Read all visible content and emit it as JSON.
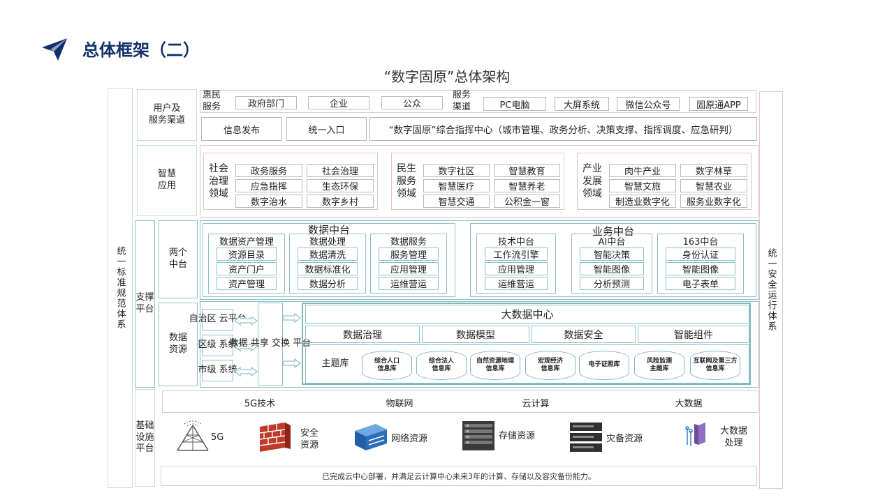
{
  "slide": {
    "title": "总体框架（二）"
  },
  "diagram": {
    "title": "“数字固原”总体架构"
  },
  "left_side": {
    "label": "统一标准规范体系"
  },
  "right_side": {
    "label": "统一安全运行体系"
  },
  "user_layer": {
    "label": "用户及\n服务渠道",
    "customer_label": "惠民\n服务",
    "customers": [
      "政府部门",
      "企业",
      "公众"
    ],
    "channel_label": "服务\n渠道",
    "channels": [
      "PC电脑",
      "大屏系统",
      "微信公众号",
      "固原通APP"
    ],
    "row2": [
      "信息发布",
      "统一入口",
      "“数字固原”综合指挥中心（城市管理、政务分析、决策支撑、指挥调度、应急研判）"
    ]
  },
  "smart_app": {
    "label": "智慧\n应用",
    "groups": [
      {
        "name": "社会\n治理\n领域",
        "items": [
          "政务服务",
          "社会治理",
          "应急指挥",
          "生态环保",
          "数字治水",
          "数字乡村"
        ]
      },
      {
        "name": "民生\n服务\n领域",
        "items": [
          "数字社区",
          "智慧教育",
          "智慧医疗",
          "智慧养老",
          "智慧交通",
          "公积金一窗"
        ]
      },
      {
        "name": "产业\n发展\n领域",
        "items": [
          "肉牛产业",
          "数字林草",
          "智慧文旅",
          "智慧农业",
          "制造业数字化",
          "服务业数字化"
        ]
      }
    ]
  },
  "support": {
    "label": "支撑\n平台",
    "two_platforms_label": "两个\n中台",
    "data_platform": {
      "title": "数据中台",
      "cols": [
        {
          "title": "数据资产管理",
          "items": [
            "资源目录",
            "资产门户",
            "资产管理"
          ]
        },
        {
          "title": "数据处理",
          "items": [
            "数据清洗",
            "数据标准化",
            "数据分析"
          ]
        },
        {
          "title": "数据服务",
          "items": [
            "服务管理",
            "应用管理",
            "运维营运"
          ]
        }
      ]
    },
    "biz_platform": {
      "title": "业务中台",
      "cols": [
        {
          "title": "技术中台",
          "items": [
            "工作流引擎",
            "应用管理",
            "运维营运"
          ]
        },
        {
          "title": "AI中台",
          "items": [
            "智能决策",
            "智能图像",
            "分析预测"
          ]
        },
        {
          "title": "163中台",
          "items": [
            "身份认证",
            "智能图像",
            "电子表单"
          ]
        }
      ]
    },
    "data_resource_label": "数据\n资源",
    "sources": [
      "自治区\n云平台",
      "区级\n系统",
      "市级\n系统"
    ],
    "exchange": "数据\n共享\n交换\n平台",
    "bigdata": {
      "title": "大数据中心",
      "tabs": [
        "数据治理",
        "数据模型",
        "数据安全",
        "智能组件"
      ],
      "theme_label": "主题库",
      "dbs": [
        "综合人口\n信息库",
        "综合法人\n信息库",
        "自然资源地理\n信息库",
        "宏观经济\n信息库",
        "电子证照库",
        "风险监测\n主题库",
        "互联网及第三方\n信息库"
      ]
    }
  },
  "infra": {
    "label": "基础\n设施\n平台",
    "techs": [
      "5G技术",
      "物联网",
      "云计算",
      "大数据"
    ],
    "resources": [
      {
        "icon": "5g-tower-icon",
        "label": "5G"
      },
      {
        "icon": "firewall-icon",
        "label": "安全\n资源"
      },
      {
        "icon": "network-switch-icon",
        "label": "网络资源"
      },
      {
        "icon": "storage-rack-icon",
        "label": "存储资源"
      },
      {
        "icon": "backup-server-icon",
        "label": "灾备资源"
      },
      {
        "icon": "bigdata-processing-icon",
        "label": "大数据\n处理"
      }
    ],
    "note": "已完成云中心部署，并满足云计算中心未来3年的计算、存储以及容灾备份能力。"
  },
  "colors": {
    "title": "#10306e",
    "accent": "#7fb8c1",
    "firewall": "#c0392b",
    "network": "#2a6fb8"
  }
}
